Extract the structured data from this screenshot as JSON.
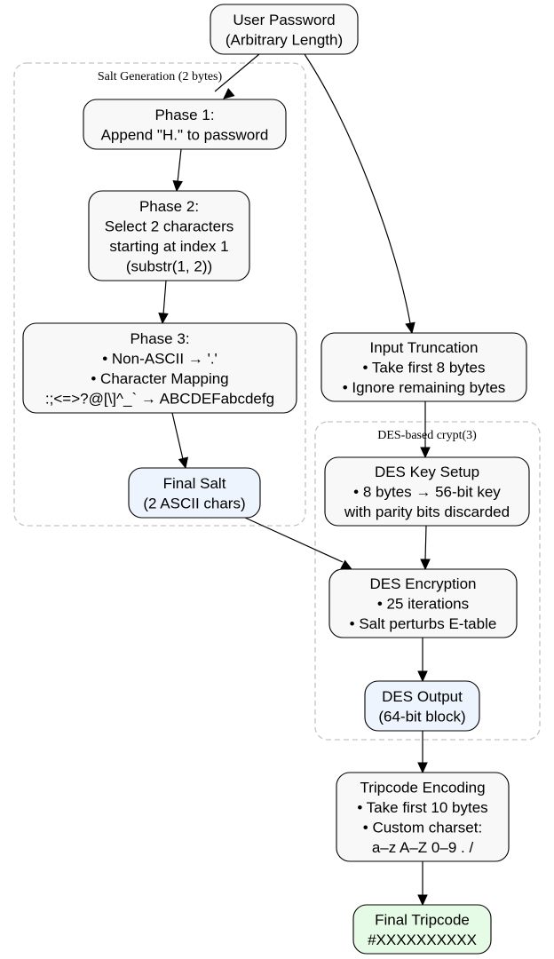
{
  "clusters": {
    "salt": {
      "label": "Salt Generation (2 bytes)"
    },
    "des": {
      "label": "DES-based crypt(3)"
    }
  },
  "nodes": {
    "password": {
      "lines": [
        "User Password",
        "(Arbitrary Length)"
      ],
      "fill": "#f8f8f8"
    },
    "phase1": {
      "lines": [
        "Phase 1:",
        "Append \"H.\" to password"
      ],
      "fill": "#f8f8f8"
    },
    "phase2": {
      "lines": [
        "Phase 2:",
        "Select 2 characters",
        "starting at index 1",
        "(substr(1, 2))"
      ],
      "fill": "#f8f8f8"
    },
    "phase3": {
      "lines": [
        "Phase 3:",
        "• Non-ASCII → '.'",
        "• Character Mapping",
        ":;<=>?@[\\]^_` → ABCDEFabcdefg"
      ],
      "fill": "#f8f8f8"
    },
    "final_salt": {
      "lines": [
        "Final Salt",
        "(2 ASCII chars)"
      ],
      "fill": "#eef4fd"
    },
    "truncation": {
      "lines": [
        "Input Truncation",
        "• Take first 8 bytes",
        "• Ignore remaining bytes"
      ],
      "fill": "#f8f8f8"
    },
    "key_setup": {
      "lines": [
        "DES Key Setup",
        "• 8 bytes → 56-bit key",
        "with parity bits discarded"
      ],
      "fill": "#f8f8f8"
    },
    "encryption": {
      "lines": [
        "DES Encryption",
        "• 25 iterations",
        "• Salt perturbs E-table"
      ],
      "fill": "#f8f8f8"
    },
    "des_output": {
      "lines": [
        "DES Output",
        "(64-bit block)"
      ],
      "fill": "#eef4fd"
    },
    "encoding": {
      "lines": [
        "Tripcode Encoding",
        "• Take first 10 bytes",
        "• Custom charset:",
        "a–z A–Z 0–9 . /"
      ],
      "fill": "#f8f8f8"
    },
    "tripcode": {
      "lines": [
        "Final Tripcode",
        "#XXXXXXXXXX"
      ],
      "fill": "#e6fbe6"
    }
  },
  "edges": [
    {
      "from": "password",
      "to": "phase1"
    },
    {
      "from": "phase1",
      "to": "phase2"
    },
    {
      "from": "phase2",
      "to": "phase3"
    },
    {
      "from": "phase3",
      "to": "final_salt"
    },
    {
      "from": "password",
      "to": "truncation"
    },
    {
      "from": "truncation",
      "to": "key_setup"
    },
    {
      "from": "key_setup",
      "to": "encryption"
    },
    {
      "from": "final_salt",
      "to": "encryption"
    },
    {
      "from": "encryption",
      "to": "des_output"
    },
    {
      "from": "des_output",
      "to": "encoding"
    },
    {
      "from": "encoding",
      "to": "tripcode"
    }
  ]
}
